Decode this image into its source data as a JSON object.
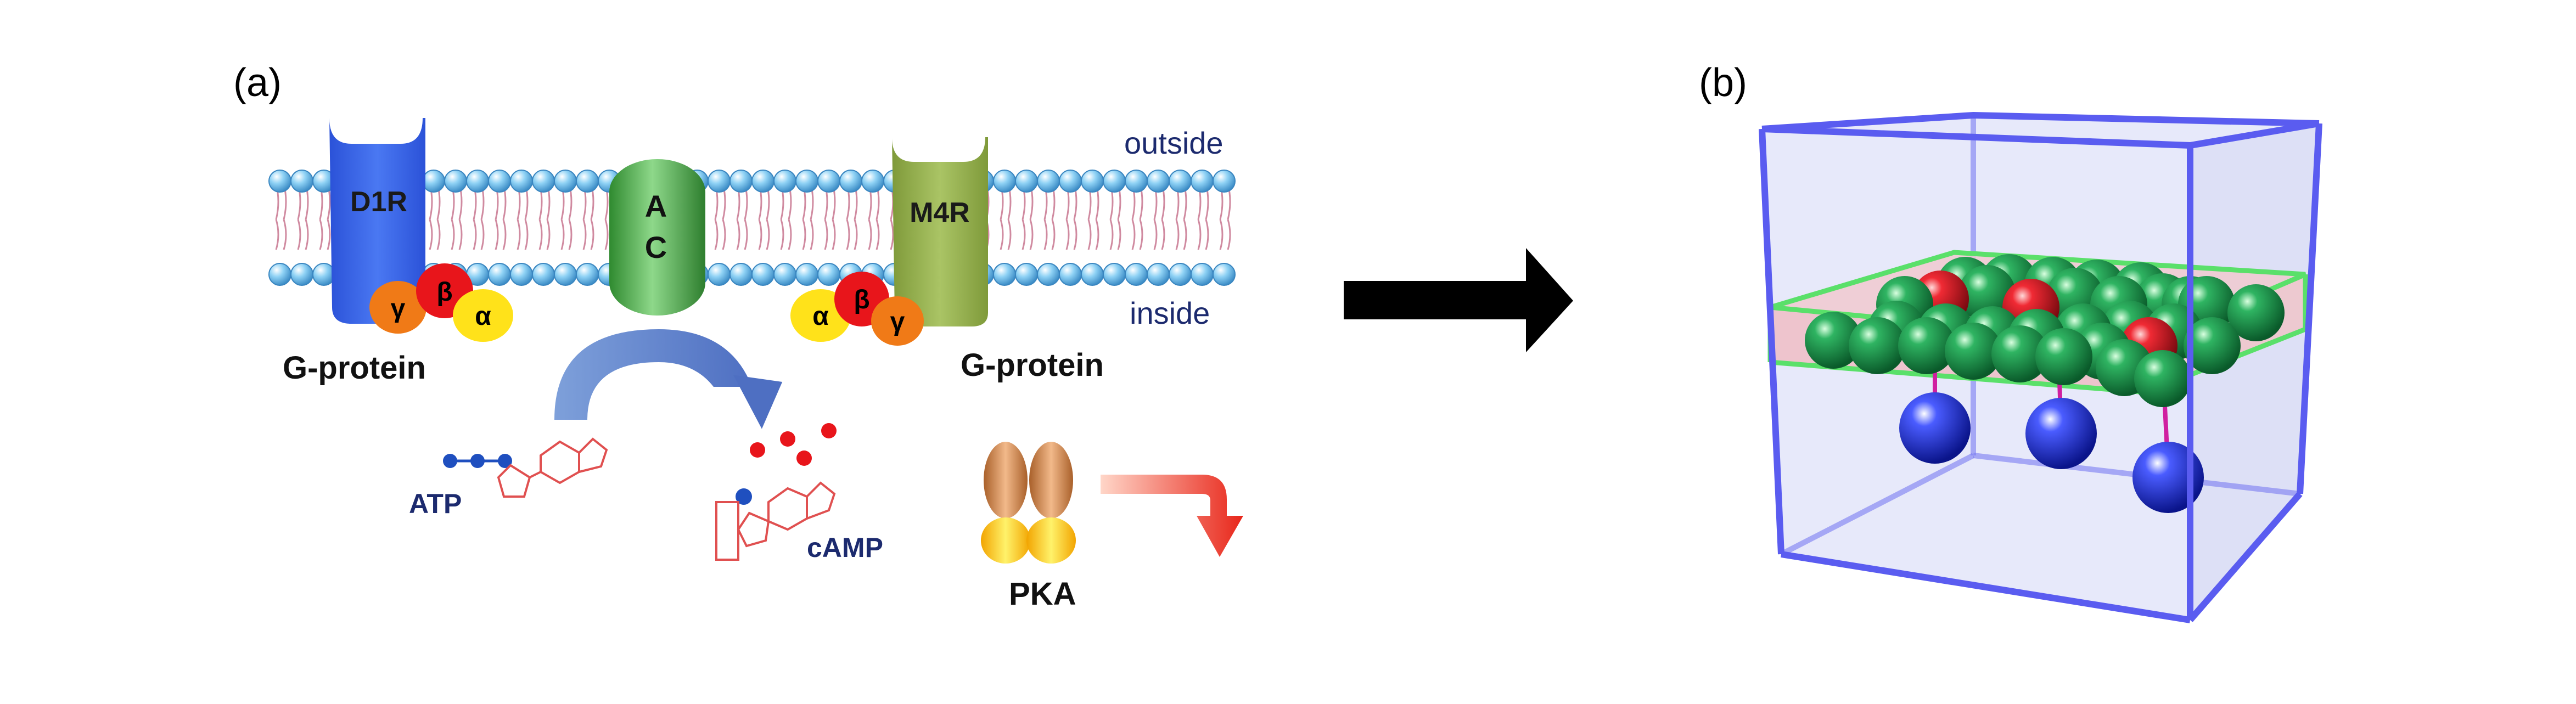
{
  "panel_a": {
    "label": "(a)",
    "outside_label": "outside",
    "inside_label": "inside",
    "receptor_left": "D1R",
    "receptor_right": "M4R",
    "enzyme_line1": "A",
    "enzyme_line2": "C",
    "gprotein_left_label": "G-protein",
    "gprotein_right_label": "G-protein",
    "subunits": {
      "alpha": "α",
      "beta": "β",
      "gamma": "γ"
    },
    "atp_label": "ATP",
    "camp_label": "cAMP",
    "pka_label": "PKA"
  },
  "panel_b": {
    "label": "(b)"
  },
  "colors": {
    "d1r": "#3a63e6",
    "ac": "#3e9f3e",
    "m4r": "#8da847",
    "alpha": "#ffe21a",
    "beta": "#e8151b",
    "gamma": "#f07a17",
    "label_navy": "#1c2a6e",
    "cube_edge": "#5a5cf0",
    "cube_fill": "#dfe2f8",
    "slab_edge": "#5ae06a",
    "slab_fill": "#f0c9cf",
    "green_atom": "#1f9e52",
    "red_atom": "#e01c2a",
    "blue_atom": "#1628d0"
  }
}
